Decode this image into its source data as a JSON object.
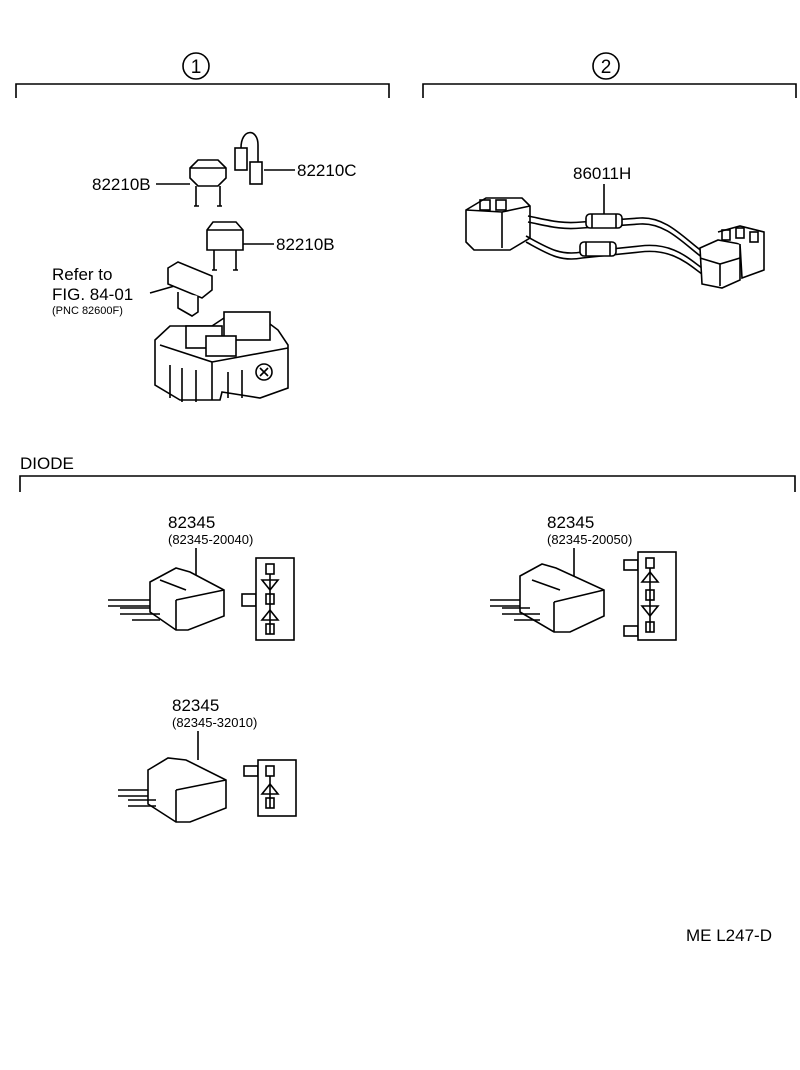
{
  "sections": {
    "one": {
      "number": "1"
    },
    "two": {
      "number": "2"
    },
    "diode": {
      "title": "DIODE"
    }
  },
  "fuse_block": {
    "part_b_top": "82210B",
    "part_c": "82210C",
    "part_b_mid": "82210B",
    "refer_line1": "Refer to",
    "refer_line2": "FIG. 84-01",
    "refer_line3": "(PNC 82600F)"
  },
  "wire_harness": {
    "part": "86011H"
  },
  "diodes": [
    {
      "part": "82345",
      "sub": "(82345-20040)"
    },
    {
      "part": "82345",
      "sub": "(82345-20050)"
    },
    {
      "part": "82345",
      "sub": "(82345-32010)"
    }
  ],
  "footer": {
    "code": "ME L247-D"
  }
}
